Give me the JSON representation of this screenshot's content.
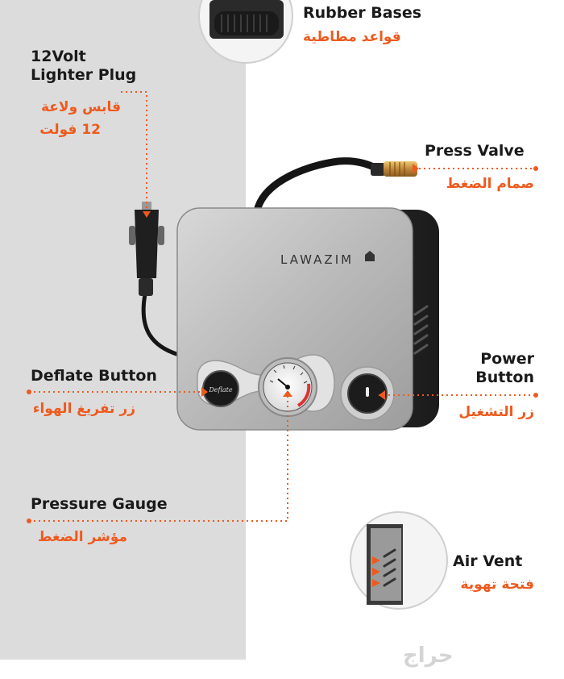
{
  "brand": "LAWAZIM",
  "deflate_text": "Deflate",
  "labels": {
    "rubber_en": "Rubber Bases",
    "rubber_ar": "قواعد مطاطية",
    "plug_en_1": "12Volt",
    "plug_en_2": "Lighter Plug",
    "plug_ar_1": "قابس ولاعة",
    "plug_ar_2": "12 فولت",
    "valve_en": "Press Valve",
    "valve_ar": "صمام الضغط",
    "deflate_en": "Deflate Button",
    "deflate_ar": "زر تفريغ الهواء",
    "power_en_1": "Power",
    "power_en_2": "Button",
    "power_ar": "زر التشغيل",
    "gauge_en": "Pressure Gauge",
    "gauge_ar": "مؤشر الضغط",
    "vent_en": "Air Vent",
    "vent_ar": "فتحة تهوية"
  },
  "watermark": "حراج",
  "colors": {
    "accent": "#ee5a1e",
    "panel": "#dcdcdc",
    "text": "#1a1a1a"
  }
}
